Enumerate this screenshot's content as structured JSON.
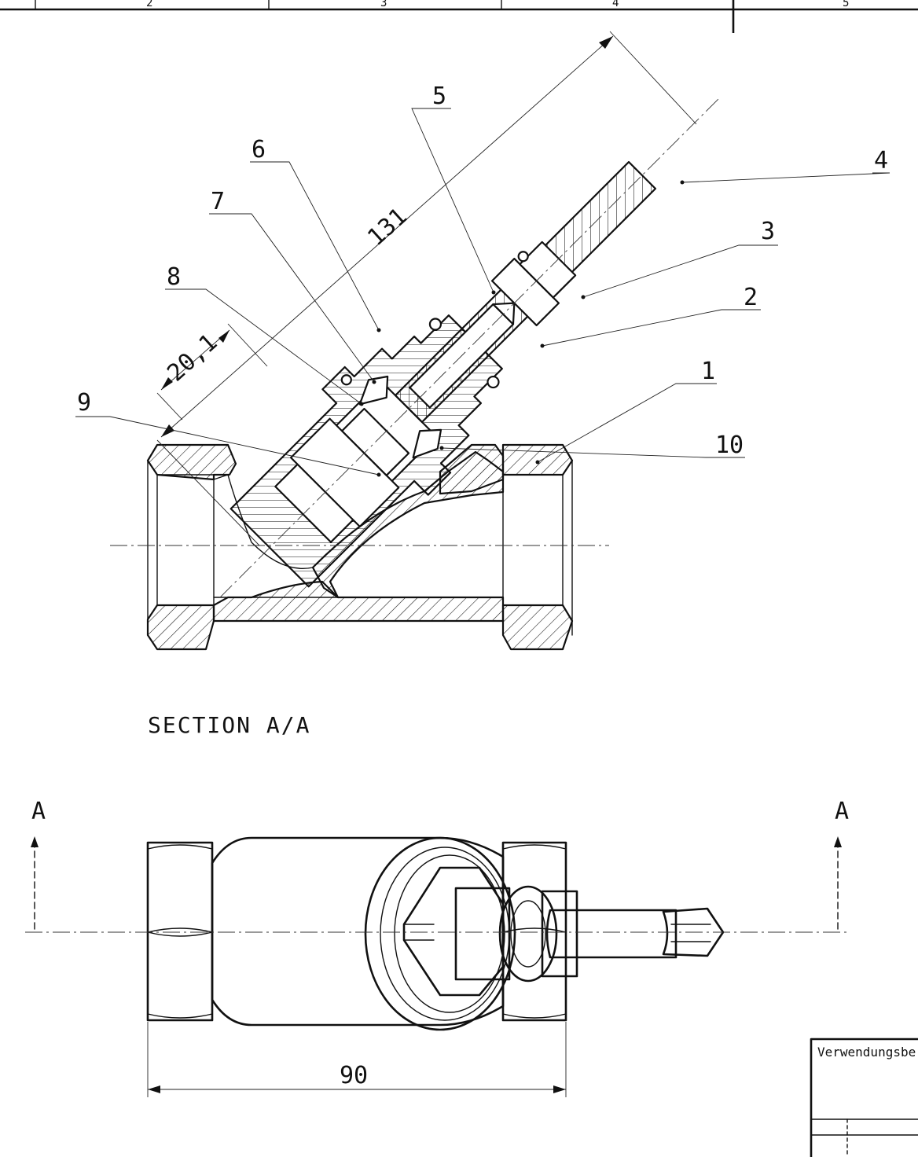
{
  "frame": {
    "zone_numbers": [
      "2",
      "3",
      "4",
      "5"
    ]
  },
  "balloons": [
    "1",
    "2",
    "3",
    "4",
    "5",
    "6",
    "7",
    "8",
    "9",
    "10"
  ],
  "dimensions": {
    "overall_length": "131",
    "cap_offset": "20,1",
    "body_length": "90"
  },
  "section_title": "SECTION A/A",
  "section_markers": {
    "left": "A",
    "right": "A"
  },
  "title_block": {
    "field_label": "Verwendungsber"
  }
}
